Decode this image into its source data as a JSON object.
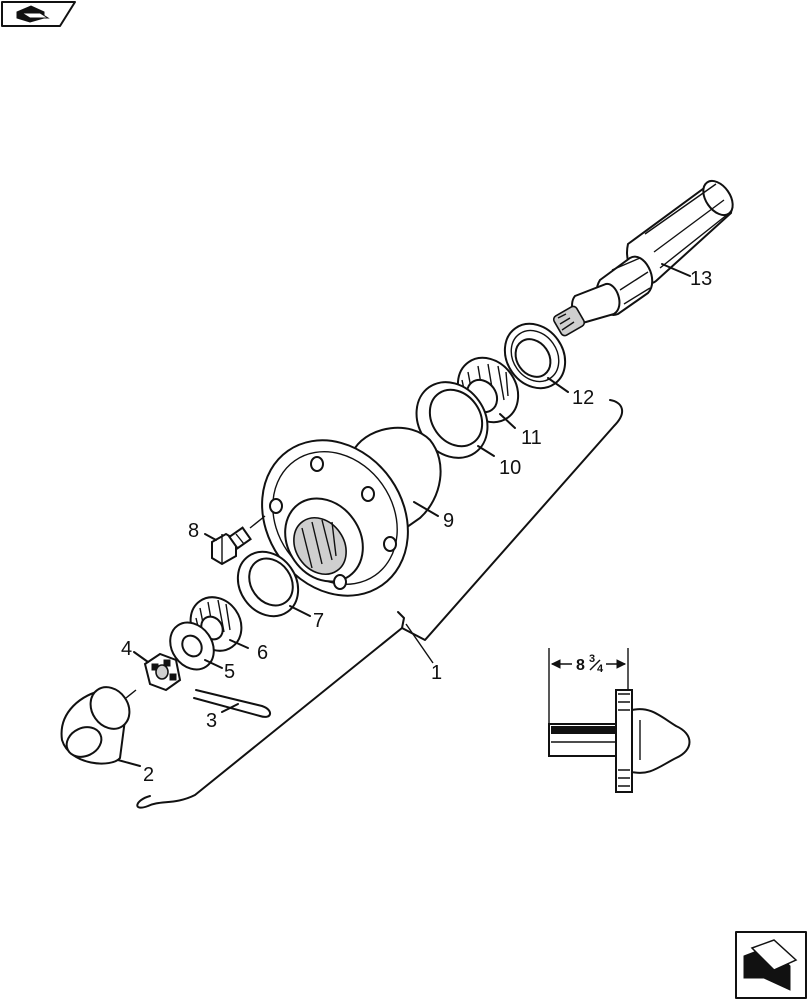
{
  "callouts": {
    "c1": "1",
    "c2": "2",
    "c3": "3",
    "c4": "4",
    "c5": "5",
    "c6": "6",
    "c7": "7",
    "c8": "8",
    "c9": "9",
    "c10": "10",
    "c11": "11",
    "c12": "12",
    "c13": "13"
  },
  "dimension": {
    "whole": "8",
    "num": "3",
    "den": "4"
  },
  "icons": {
    "top_left": "view-selector-icon",
    "bottom_right": "next-page-arrow-icon"
  }
}
